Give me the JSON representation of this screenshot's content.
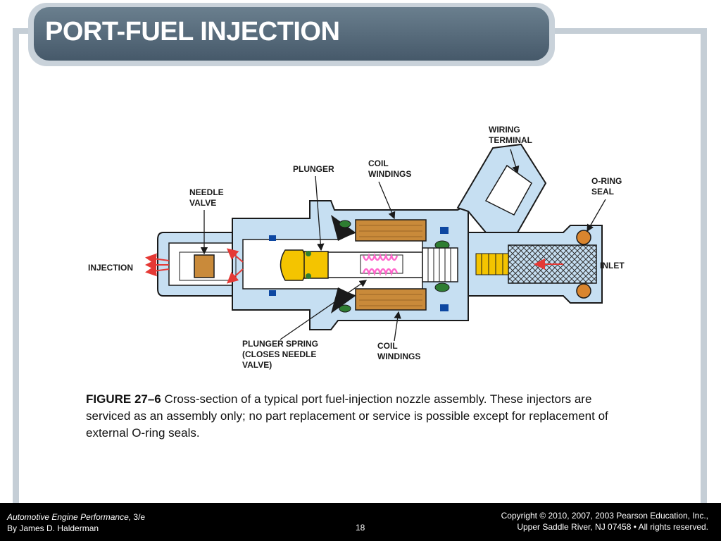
{
  "slide": {
    "title": "PORT-FUEL INJECTION"
  },
  "diagram": {
    "labels": {
      "wiring_terminal": [
        "WIRING",
        "TERMINAL"
      ],
      "plunger": "PLUNGER",
      "coil_windings_top": [
        "COIL",
        "WINDINGS"
      ],
      "needle_valve": [
        "NEEDLE",
        "VALVE"
      ],
      "o_ring_seal": [
        "O-RING",
        "SEAL"
      ],
      "injection": "INJECTION",
      "inlet": "INLET",
      "plunger_spring": [
        "PLUNGER SPRING",
        "(CLOSES NEEDLE",
        "VALVE)"
      ],
      "coil_windings_bottom": [
        "COIL",
        "WINDINGS"
      ]
    },
    "colors": {
      "body": "#c6dff2",
      "outline": "#1a1a1a",
      "coil": "#c98a3a",
      "spring": "#ff66cc",
      "ball": "#f4c400",
      "o_ring": "#d9852e",
      "seal_green": "#2e7d32",
      "seal_blue": "#0d47a1",
      "arrow": "#e53935",
      "filter": "#ffffff"
    }
  },
  "caption": {
    "figure": "FIGURE 27–6",
    "text": " Cross-section of a typical port fuel-injection nozzle assembly. These injectors are serviced as an assembly only; no part replacement or service is possible except for replacement of external O-ring seals."
  },
  "footer": {
    "book_title": "Automotive Engine Performance,",
    "edition": " 3/e",
    "author": "By James D. Halderman",
    "page": "18",
    "copyright_line1": "Copyright © 2010, 2007, 2003 Pearson Education, Inc.,",
    "copyright_line2": "Upper Saddle River, NJ 07458 • All rights reserved."
  }
}
